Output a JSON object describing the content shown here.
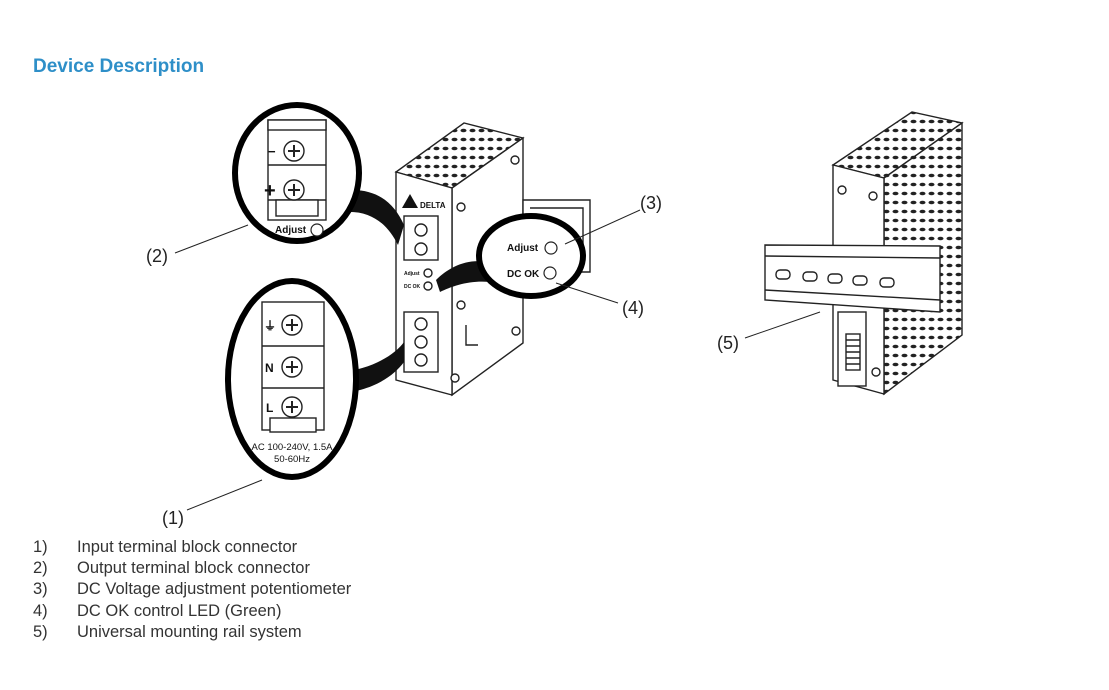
{
  "header": {
    "title": "Device Description"
  },
  "callouts": {
    "c1": "(1)",
    "c2": "(2)",
    "c3": "(3)",
    "c4": "(4)",
    "c5": "(5)"
  },
  "device_labels": {
    "brand": "DELTA",
    "adjust": "Adjust",
    "dc_ok": "DC OK",
    "minus": "−",
    "plus": "+",
    "earth": "⏚",
    "neutral": "N",
    "line": "L",
    "rating_line1": "AC 100-240V, 1.5A",
    "rating_line2": "50-60Hz"
  },
  "legend": [
    {
      "num": "1)",
      "text": "Input  terminal block connector"
    },
    {
      "num": "2)",
      "text": "Output terminal block connector"
    },
    {
      "num": "3)",
      "text": "DC Voltage adjustment potentiometer"
    },
    {
      "num": "4)",
      "text": "DC OK control LED (Green)"
    },
    {
      "num": "5)",
      "text": "Universal mounting rail system"
    }
  ]
}
